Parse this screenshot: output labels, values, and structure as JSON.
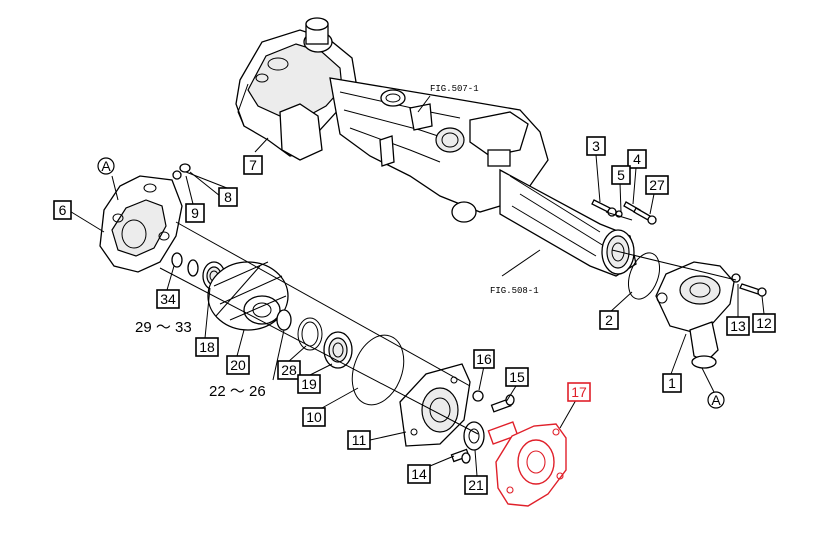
{
  "refs": {
    "fig_507": "FIG.507-1",
    "fig_508": "FIG.508-1"
  },
  "callouts": {
    "c1": "1",
    "c2": "2",
    "c3": "3",
    "c4": "4",
    "c5": "5",
    "c6": "6",
    "c7": "7",
    "c8": "8",
    "c9": "9",
    "c10": "10",
    "c11": "11",
    "c12": "12",
    "c13": "13",
    "c14": "14",
    "c15": "15",
    "c16": "16",
    "c17": "17",
    "c18": "18",
    "c19": "19",
    "c20": "20",
    "c21": "21",
    "c27": "27",
    "c28": "28",
    "c34": "34"
  },
  "ranges": {
    "r29_33": "29 ～ 33",
    "r22_26": "22 ～ 26"
  },
  "markers": {
    "a_left": "A",
    "a_right": "A"
  },
  "colors": {
    "highlight": "#e0202a",
    "line": "#000000"
  }
}
